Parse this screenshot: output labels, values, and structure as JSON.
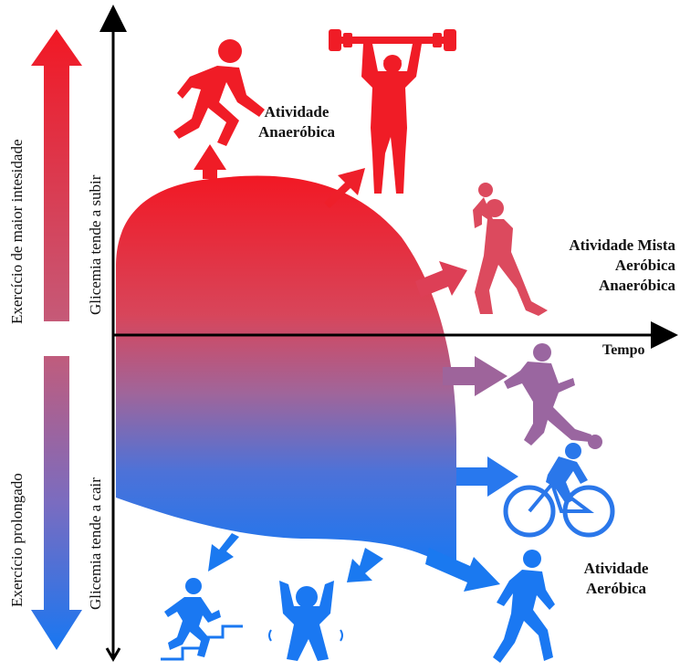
{
  "left_labels": {
    "top": "Exercício de maior intesidade",
    "bottom": "Exercício prolongado"
  },
  "axis_labels": {
    "up": "Glicemia tende a subir",
    "down": "Glicemia tende a cair",
    "x": "Tempo"
  },
  "activity_labels": {
    "anaerobic": [
      "Atividade",
      "Anaeróbica"
    ],
    "mixed": [
      "Atividade Mista",
      "Aeróbica",
      "Anaeróbica"
    ],
    "aerobic": [
      "Atividade",
      "Aeróbica"
    ]
  },
  "colors": {
    "red": "#ef1c2a",
    "blue": "#1a7af0",
    "mid": "#a0659a",
    "axis": "#000000"
  },
  "icons": [
    "runner-icon",
    "weightlifter-icon",
    "handball-player-icon",
    "soccer-player-icon",
    "cyclist-icon",
    "stair-climber-icon",
    "jumping-jacks-icon",
    "jogger-icon"
  ]
}
